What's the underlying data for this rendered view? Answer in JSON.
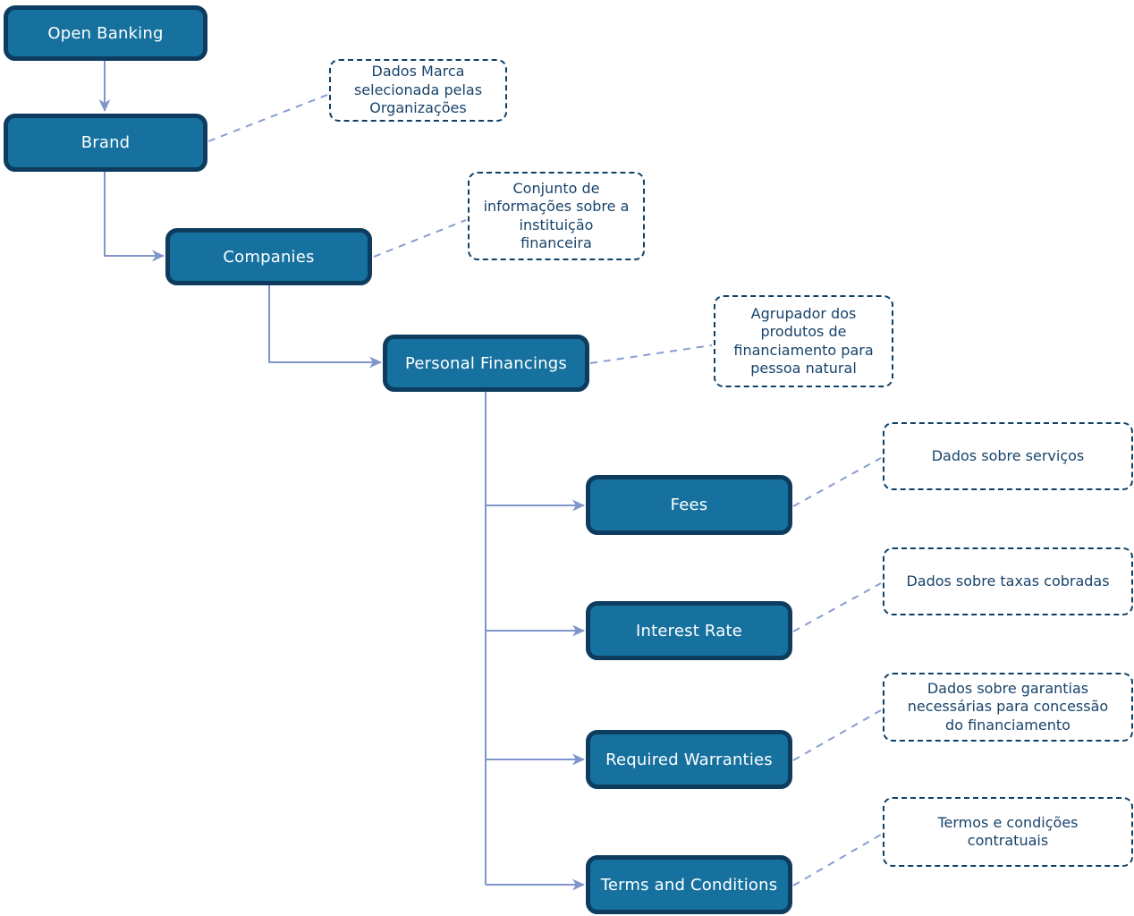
{
  "diagram": {
    "type": "hierarchy-flowchart",
    "nodes": [
      {
        "id": "open-banking",
        "label": "Open Banking"
      },
      {
        "id": "brand",
        "label": "Brand"
      },
      {
        "id": "companies",
        "label": "Companies"
      },
      {
        "id": "personal-financings",
        "label": "Personal Financings"
      },
      {
        "id": "fees",
        "label": "Fees"
      },
      {
        "id": "interest-rate",
        "label": "Interest Rate"
      },
      {
        "id": "required-warranties",
        "label": "Required Warranties"
      },
      {
        "id": "terms-and-conditions",
        "label": "Terms and Conditions"
      }
    ],
    "edges": [
      {
        "from": "Open Banking",
        "to": "Brand",
        "style": "solid-arrow"
      },
      {
        "from": "Brand",
        "to": "Companies",
        "style": "solid-arrow"
      },
      {
        "from": "Companies",
        "to": "Personal Financings",
        "style": "solid-arrow"
      },
      {
        "from": "Personal Financings",
        "to": "Fees",
        "style": "solid-arrow"
      },
      {
        "from": "Personal Financings",
        "to": "Interest Rate",
        "style": "solid-arrow"
      },
      {
        "from": "Personal Financings",
        "to": "Required Warranties",
        "style": "solid-arrow"
      },
      {
        "from": "Personal Financings",
        "to": "Terms and Conditions",
        "style": "solid-arrow"
      }
    ],
    "annotations": [
      {
        "for": "Brand",
        "text": "Dados Marca\nselecionada pelas\nOrganizações"
      },
      {
        "for": "Companies",
        "text": "Conjunto de\ninformações sobre a\ninstituição\nfinanceira"
      },
      {
        "for": "Personal Financings",
        "text": "Agrupador dos\nprodutos de\nfinanciamento para\npessoa natural"
      },
      {
        "for": "Fees",
        "text": "Dados sobre serviços"
      },
      {
        "for": "Interest Rate",
        "text": "Dados sobre taxas cobradas"
      },
      {
        "for": "Required Warranties",
        "text": "Dados sobre garantias\nnecessárias para concessão\ndo financiamento"
      },
      {
        "for": "Terms and Conditions",
        "text": "Termos e condições\ncontratuais"
      }
    ],
    "colors": {
      "node_fill": "#16719F",
      "node_border": "#0D3C5F",
      "node_text": "#FFFFFF",
      "note_border": "#0E4066",
      "note_text": "#17436B",
      "connector_solid": "#8095CB",
      "connector_dashed": "#8A9DD2",
      "background": "#FFFFFF"
    }
  }
}
